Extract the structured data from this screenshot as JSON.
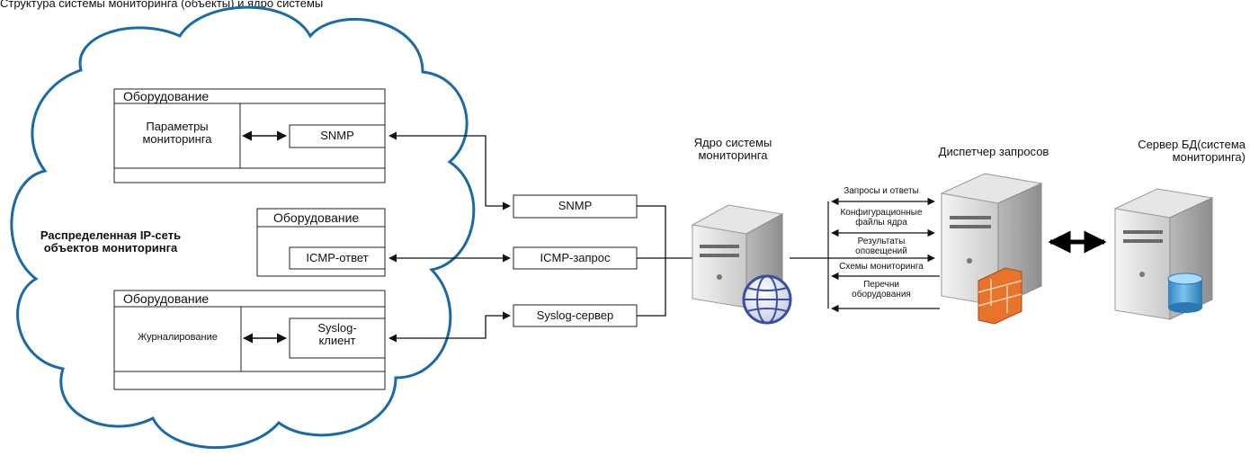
{
  "caption": "Структура системы мониторинга (объекты) и ядро системы",
  "cloud": {
    "label": "Распределенная IP-сеть\nобъектов мониторинга"
  },
  "equipment_blocks": [
    {
      "title": "Оборудование",
      "inner_left": "Параметры\nмониторинга",
      "inner_right": "SNMP"
    },
    {
      "title": "Оборудование",
      "inner_left": "",
      "inner_right": "ICMP-ответ"
    },
    {
      "title": "Оборудование",
      "inner_left": "Журналирование",
      "inner_right": "Syslog-\nклиент"
    }
  ],
  "protocols": [
    {
      "label": "SNMP"
    },
    {
      "label": "ICMP-запрос"
    },
    {
      "label": "Syslog-сервер"
    }
  ],
  "core": {
    "label": "Ядро системы\nмониторинга"
  },
  "dispatcher": {
    "label": "Диспетчер запросов"
  },
  "db_server": {
    "label": "Сервер БД(система\nмониторинга)"
  },
  "flows": [
    {
      "label": "Запросы и ответы",
      "direction": "both"
    },
    {
      "label": "Конфигурационные\nфайлы ядра",
      "direction": "both"
    },
    {
      "label": "Результаты\nоповещений",
      "direction": "right"
    },
    {
      "label": "Схемы мониторинга",
      "direction": "left"
    },
    {
      "label": "Перечни\nоборудования",
      "direction": "left"
    }
  ],
  "colors": {
    "cloud_stroke": "#1a6aa8",
    "server_body": "#d0d0d0",
    "firewall": "#e8732a",
    "db_cylinder": "#4aa3df",
    "globe": "#3a4fa0"
  }
}
